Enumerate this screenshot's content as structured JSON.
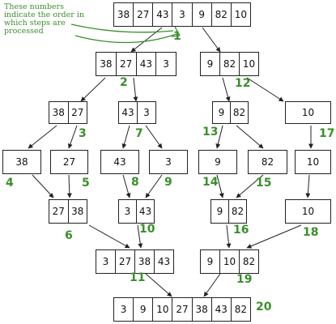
{
  "note": "These numbers indicate the order in which steps are processed",
  "arrays": {
    "root": [
      "38",
      "27",
      "43",
      "3",
      "9",
      "82",
      "10"
    ],
    "l1a": [
      "38",
      "27",
      "43",
      "3"
    ],
    "l1b": [
      "9",
      "82",
      "10"
    ],
    "l2a": [
      "38",
      "27"
    ],
    "l2b": [
      "43",
      "3"
    ],
    "l2c": [
      "9",
      "82"
    ],
    "l2d": [
      "10"
    ],
    "l3a": [
      "38"
    ],
    "l3b": [
      "27"
    ],
    "l3c": [
      "43"
    ],
    "l3d": [
      "3"
    ],
    "l3e": [
      "9"
    ],
    "l3f": [
      "82"
    ],
    "l3g": [
      "10"
    ],
    "m1a": [
      "27",
      "38"
    ],
    "m1b": [
      "3",
      "43"
    ],
    "m1c": [
      "9",
      "82"
    ],
    "m1d": [
      "10"
    ],
    "m2a": [
      "3",
      "27",
      "38",
      "43"
    ],
    "m2b": [
      "9",
      "10",
      "82"
    ],
    "final": [
      "3",
      "9",
      "10",
      "27",
      "38",
      "43",
      "82"
    ]
  },
  "steps": [
    "1",
    "2",
    "3",
    "4",
    "5",
    "6",
    "7",
    "8",
    "9",
    "10",
    "11",
    "12",
    "13",
    "14",
    "15",
    "16",
    "17",
    "18",
    "19",
    "20"
  ],
  "colors": {
    "step": "#3a8f2a",
    "line": "#222222"
  }
}
